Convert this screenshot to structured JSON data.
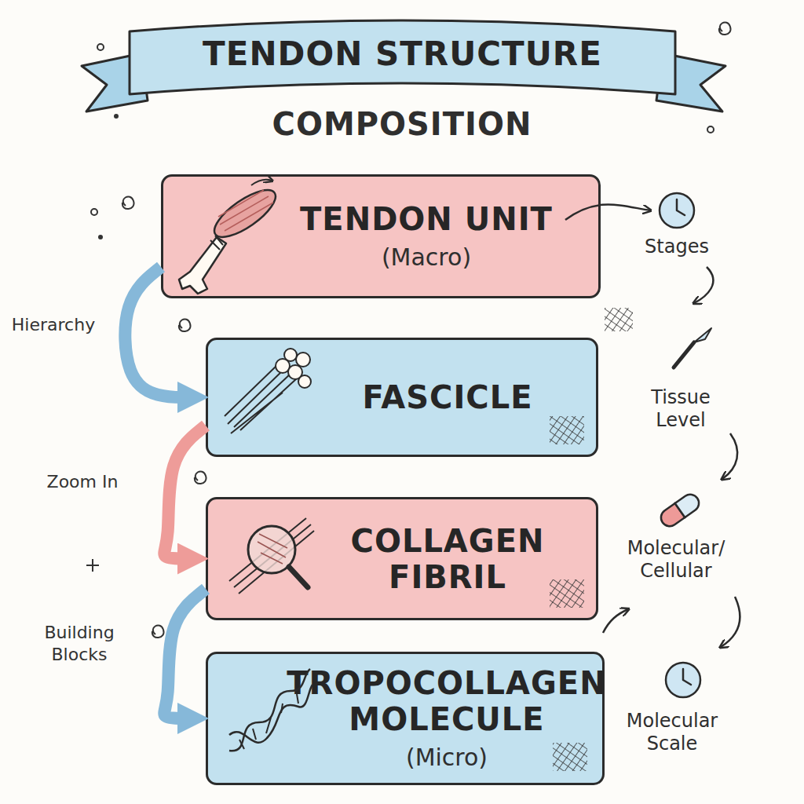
{
  "diagram": {
    "title": "TENDON STRUCTURE",
    "nodes": [
      {
        "text": [
          "TENDON UNIT",
          "(Macro)"
        ]
      },
      {
        "text": [
          "FASCICLE"
        ]
      },
      {
        "text": [
          "COLLAGEN FIBRIL"
        ]
      },
      {
        "text": [
          "TROPOCOLLAGEN MOLECULE",
          "(Micro)"
        ]
      }
    ],
    "edges": [
      {
        "from": 0,
        "to": 1,
        "arrow": "to",
        "label": "Hierarchy"
      },
      {
        "from": 1,
        "to": 2,
        "arrow": "to",
        "label": "Zoom In"
      },
      {
        "from": 2,
        "to": 3,
        "arrow": "to",
        "label": "Building Blocks"
      }
    ],
    "labels": [
      "COMPOSITION",
      "Stages",
      "Tissue Level",
      "Molecular/ Cellular",
      "Molecular Scale"
    ]
  }
}
